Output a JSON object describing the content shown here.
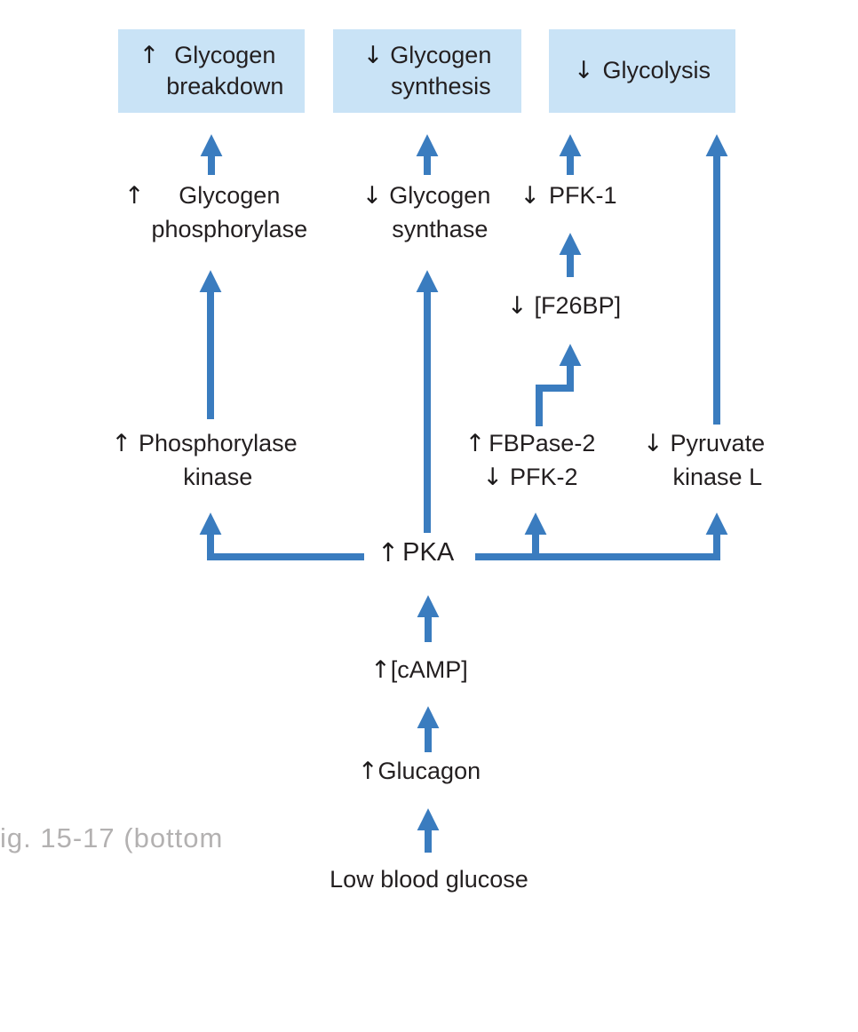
{
  "caption": "ig. 15-17 (bottom",
  "colors": {
    "arrow_blue": "#3a7cbf",
    "box_fill": "#c9e3f6",
    "text_black": "#231f20",
    "caption_gray": "#b3b1b1"
  },
  "boxes": {
    "glycogen_breakdown": {
      "glyph": "↑",
      "label": "Glycogen\nbreakdown"
    },
    "glycogen_synthesis": {
      "glyph": "↓",
      "label": "Glycogen\nsynthesis"
    },
    "glycolysis": {
      "glyph": "↓",
      "label": "Glycolysis"
    }
  },
  "nodes": {
    "glycogen_phosphorylase": {
      "glyph": "↑",
      "label": "Glycogen\nphosphorylase"
    },
    "glycogen_synthase": {
      "glyph": "↓",
      "label": "Glycogen\nsynthase"
    },
    "pfk1": {
      "glyph": "↓",
      "label": "PFK-1"
    },
    "f26bp": {
      "glyph": "↓",
      "label": "[F26BP]"
    },
    "fbpase2": {
      "glyph": "↑",
      "label": "FBPase-2"
    },
    "pfk2": {
      "glyph": "↓",
      "label": "PFK-2"
    },
    "pyruvate_kinase": {
      "glyph": "↓",
      "label": "Pyruvate\nkinase L"
    },
    "phosphorylase_kinase": {
      "glyph": "↑",
      "label": "Phosphorylase\nkinase"
    },
    "pka": {
      "glyph": "↑",
      "label": "PKA"
    },
    "camp": {
      "glyph": "↑",
      "label": "[cAMP]"
    },
    "glucagon": {
      "glyph": "↑",
      "label": "Glucagon"
    },
    "low_blood_glucose": {
      "label": "Low blood glucose"
    }
  }
}
